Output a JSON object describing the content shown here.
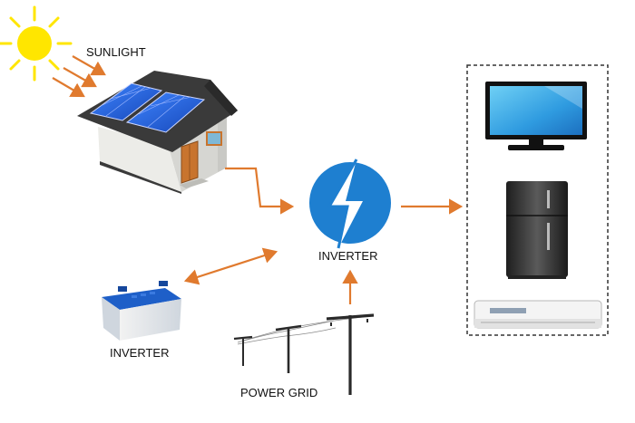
{
  "labels": {
    "sunlight": "SUNLIGHT",
    "inverter_center": "INVERTER",
    "inverter_battery": "INVERTER",
    "power_grid": "POWER GRID"
  },
  "colors": {
    "arrow": "#E07A2E",
    "sun": "#FFE600",
    "inverter_blue": "#1E7FD0",
    "panel_blue": "#1F5FD1",
    "roof": "#3A3A3A",
    "wall": "#E8E8E4",
    "door": "#C8742E",
    "battery_top": "#1E5FC8"
  },
  "icons": [
    "sun-icon",
    "house-solar-icon",
    "inverter-bolt-icon",
    "battery-icon",
    "power-pole-icon",
    "tv-icon",
    "fridge-icon",
    "air-conditioner-icon"
  ]
}
